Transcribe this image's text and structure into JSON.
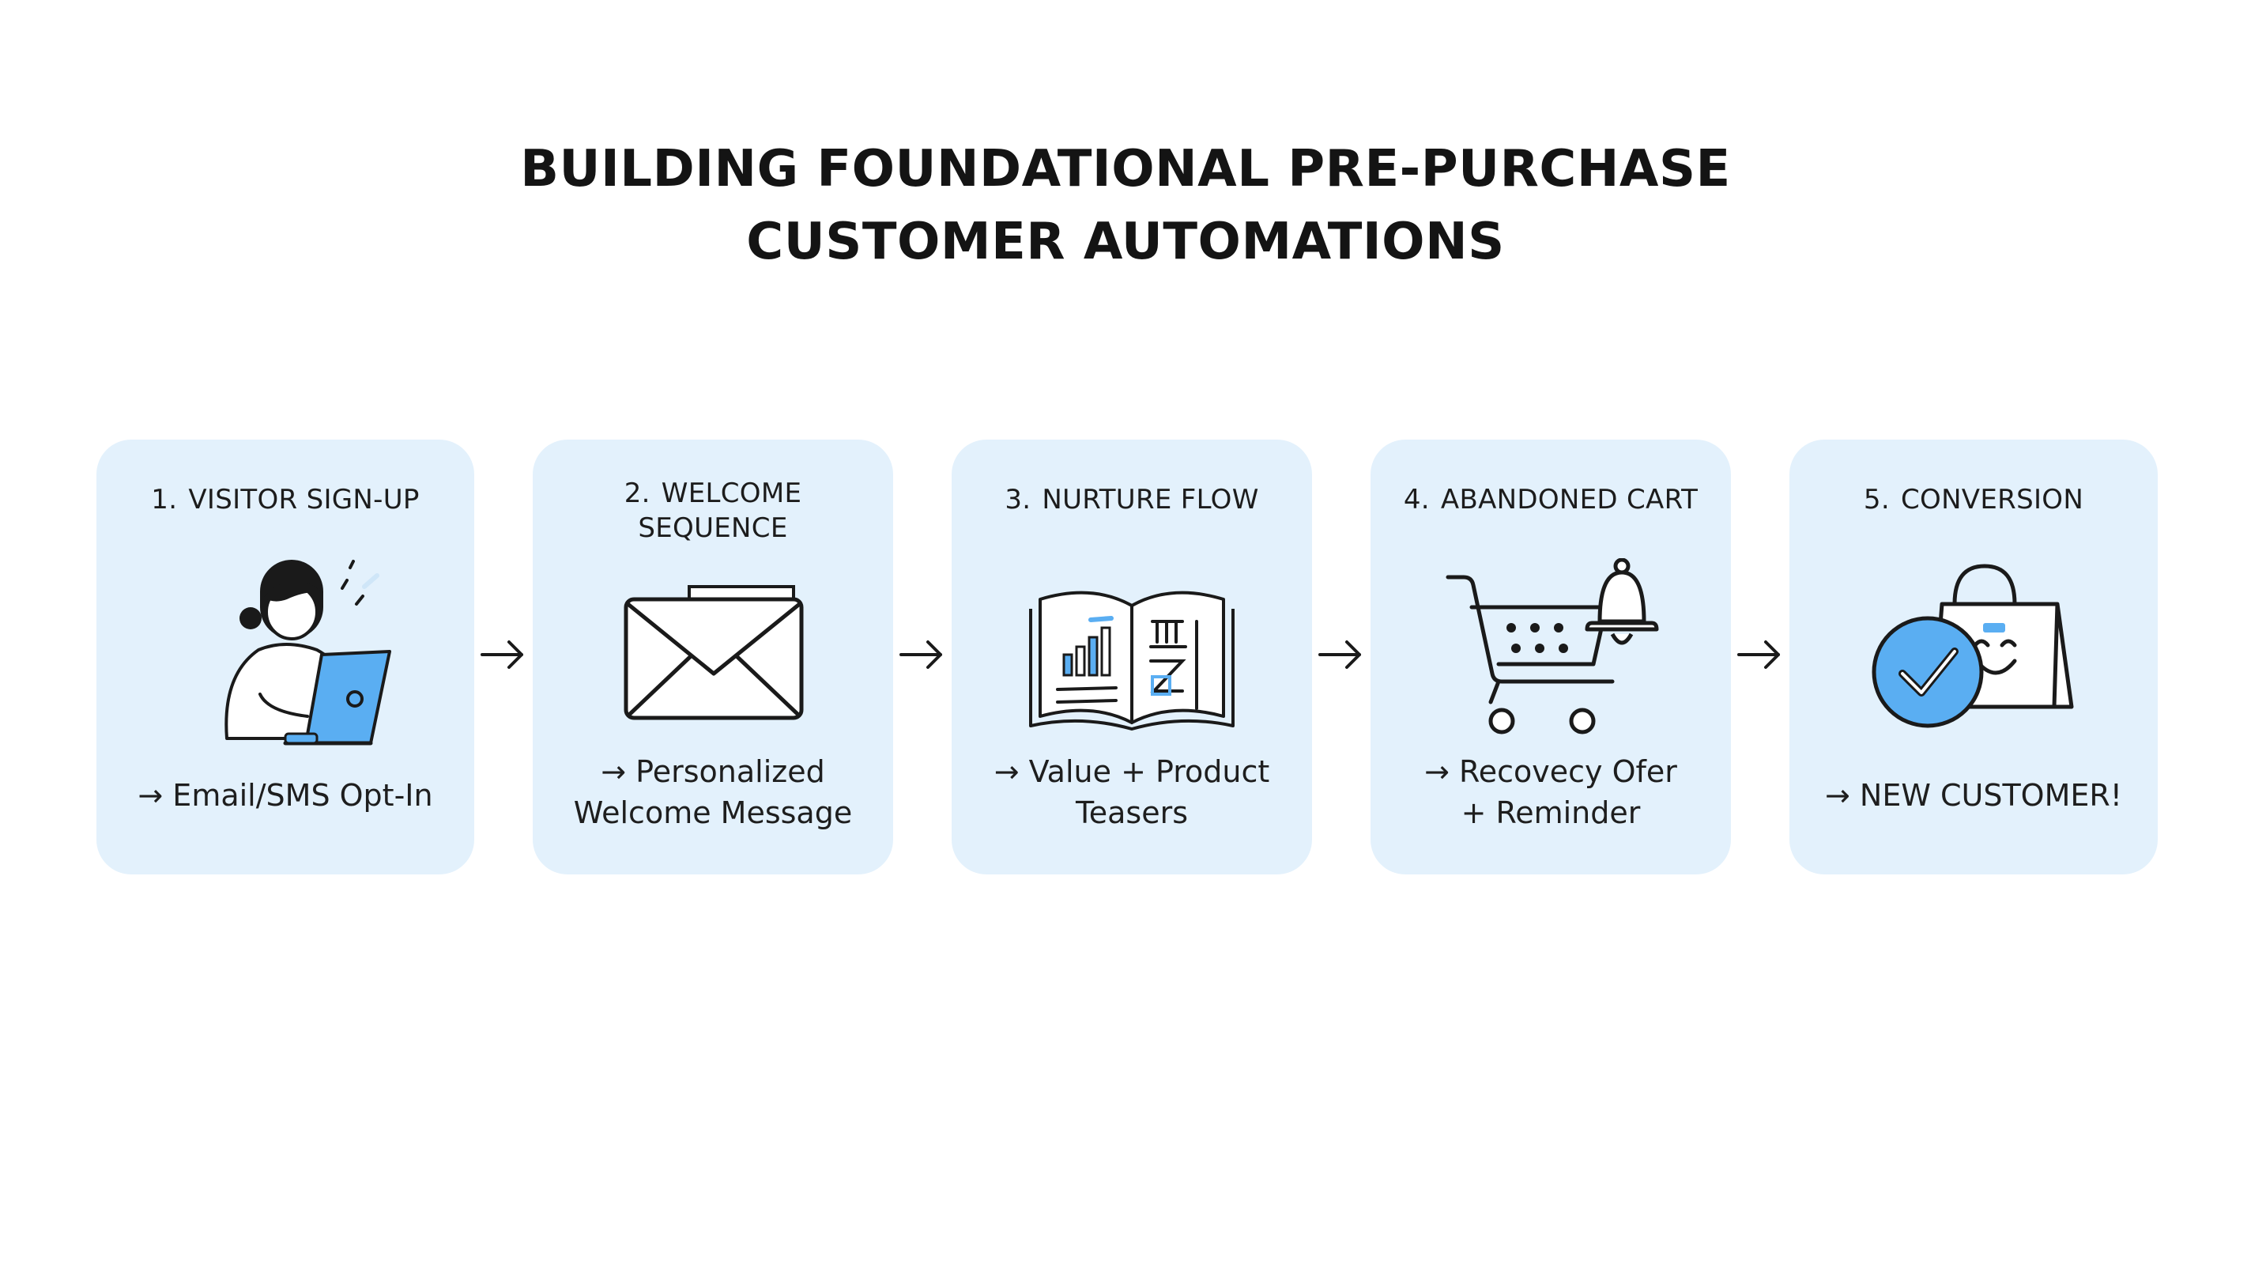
{
  "title": {
    "line1": "BUILDING FOUNDATIONAL PRE-PURCHASE",
    "line2": "CUSTOMER AUTOMATIONS"
  },
  "colors": {
    "card_background": "#e3f1fc",
    "accent_blue": "#5aaef2",
    "line": "#1a1a1a"
  },
  "steps": [
    {
      "num": "1.",
      "title": "VISITOR SIGN-UP",
      "desc": "→ Email/SMS Opt-In",
      "icon": "person-laptop-icon"
    },
    {
      "num": "2.",
      "title_line1": "WELCOME",
      "title_line2": "SEQUENCE",
      "desc_line1": "→ Personalized",
      "desc_line2": "Welcome Message",
      "icon": "envelope-icon"
    },
    {
      "num": "3.",
      "title": "NURTURE FLOW",
      "desc_line1": "→ Value + Product",
      "desc_line2": "Teasers",
      "icon": "open-book-icon"
    },
    {
      "num": "4.",
      "title": "ABANDONED CART",
      "desc_line1": "→ Recovecy Ofer",
      "desc_line2": "+ Reminder",
      "icon": "cart-bell-icon"
    },
    {
      "num": "5.",
      "title": "CONVERSION",
      "desc": "→ NEW CUSTOMER!",
      "icon": "shopping-bag-check-icon"
    }
  ]
}
